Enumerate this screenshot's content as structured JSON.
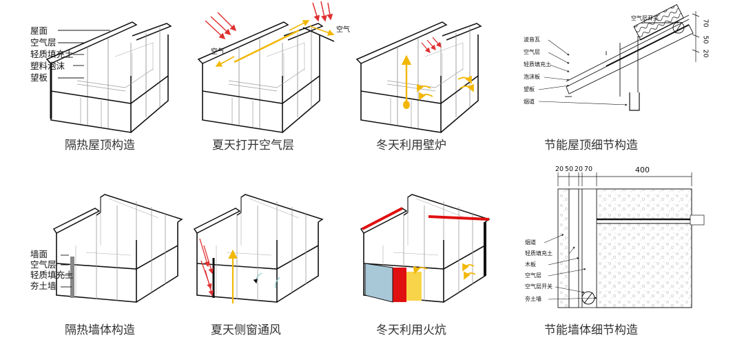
{
  "captions": {
    "roof_insulation": "隔热屋顶构造",
    "summer_roof_air": "夏天打开空气层",
    "winter_fireplace": "冬天利用壁炉",
    "roof_detail": "节能屋顶细节构造",
    "wall_insulation": "隔热墙体构造",
    "summer_window": "夏天侧窗通风",
    "winter_kang": "冬天利用火炕",
    "wall_detail": "节能墙体细节构造"
  },
  "roof_layers": [
    "屋面",
    "空气层",
    "轻质填充土",
    "塑料泡沫",
    "望板"
  ],
  "wall_layers": [
    "墙面",
    "空气层",
    "轻质填充土",
    "夯土墙"
  ],
  "air_label": "空气",
  "roof_detail": {
    "switch_label": "空气层开关",
    "layers": [
      "波音瓦",
      "空气层",
      "轻质填充土",
      "泡沫板",
      "望板",
      "烟道"
    ],
    "dims": [
      "70",
      "50",
      "20"
    ]
  },
  "wall_detail": {
    "layers": [
      "烟道",
      "轻质填充土",
      "木板",
      "空气层",
      "空气层开关",
      "夯土墙"
    ],
    "dims": [
      "20",
      "50",
      "20",
      "70",
      "400"
    ]
  },
  "colors": {
    "arrow_red": "#e03030",
    "arrow_yellow": "#f2b705",
    "fill_yellow": "#f7d44a",
    "heat_red": "#e01010",
    "wall_blue": "#a8c8d8",
    "line": "#111111",
    "structure_gray": "#888888"
  }
}
